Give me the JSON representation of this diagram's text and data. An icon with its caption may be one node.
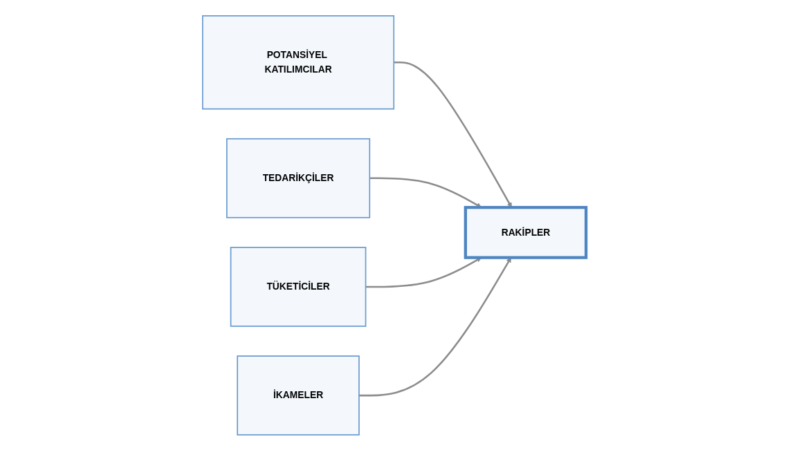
{
  "diagram": {
    "nodes": [
      {
        "text": [
          "POTANSİYEL KATILIMCILAR"
        ]
      },
      {
        "text": [
          "TEDARİKÇİLER"
        ]
      },
      {
        "text": [
          "RAKİPLER"
        ]
      },
      {
        "text": [
          "TÜKETİCİLER"
        ]
      },
      {
        "text": [
          "İKAMELER"
        ]
      }
    ],
    "edges": [
      {
        "from": 0,
        "to": 2,
        "arrow": "to"
      },
      {
        "from": 1,
        "to": 2,
        "arrow": "to"
      },
      {
        "from": 3,
        "to": 2,
        "arrow": "to"
      },
      {
        "from": 4,
        "to": 2,
        "arrow": "to"
      }
    ]
  }
}
